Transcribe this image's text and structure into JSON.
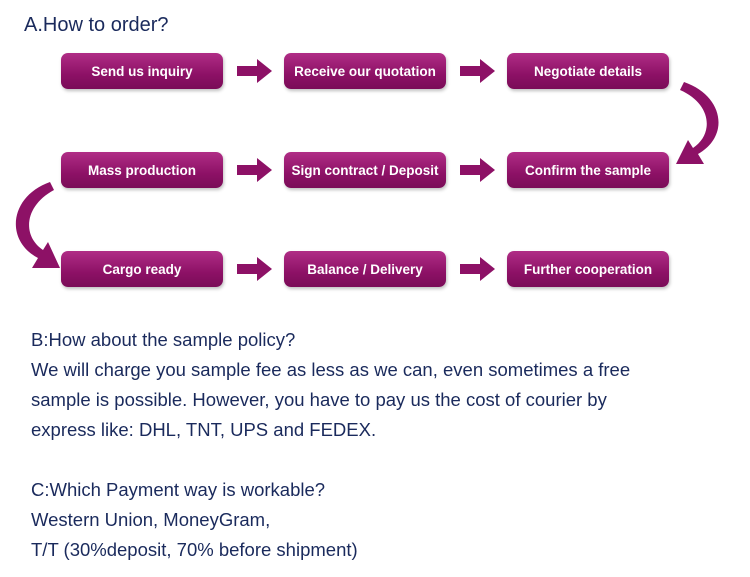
{
  "section_a": {
    "title": "A.How to order?"
  },
  "steps": [
    "Send us inquiry",
    "Receive our quotation",
    "Negotiate details",
    "Mass production",
    "Sign contract / Deposit",
    "Confirm the sample",
    "Cargo ready",
    "Balance / Delivery",
    "Further cooperation"
  ],
  "section_b": {
    "question": "B:How about the sample policy?",
    "lines": [
      "We will charge you sample fee as less as we can, even sometimes a free",
      "sample is possible. However, you have to pay us the cost of courier by",
      "express like: DHL, TNT, UPS and FEDEX."
    ]
  },
  "section_c": {
    "question": "C:Which Payment way is workable?",
    "lines": [
      "Western Union, MoneyGram,",
      "T/T (30%deposit, 70% before shipment)"
    ]
  },
  "colors": {
    "step_fill": "#8d1166",
    "arrow_fill": "#8d1166",
    "text": "#1a2a5c"
  }
}
